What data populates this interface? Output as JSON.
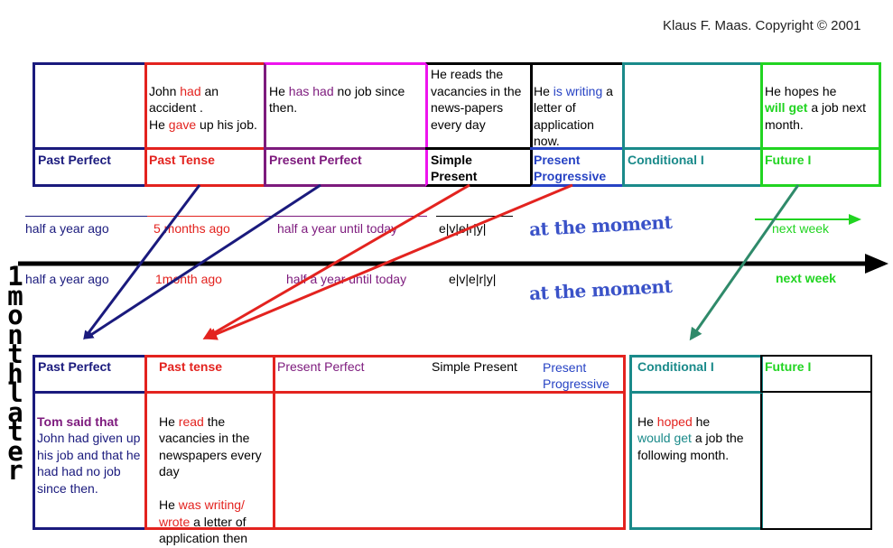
{
  "copyright": "Klaus F. Maas. Copyright © 2001",
  "top_table": {
    "examples": {
      "past_tense": [
        "John ",
        "had",
        " an accident .\nHe ",
        "gave",
        " up his job."
      ],
      "present_perfect": [
        "He ",
        "has had",
        " no job since then."
      ],
      "simple_present": "He reads the vacancies in the  news-papers every day",
      "present_progressive": [
        "He ",
        "is writing",
        " a letter of application now."
      ],
      "future": [
        "He hopes he\n",
        "will get",
        "  a job next month."
      ]
    },
    "labels": {
      "past_perfect": "Past Perfect",
      "past_tense": "Past Tense",
      "present_perfect": "Present Perfect",
      "simple_present": "Simple Present",
      "present_progressive": "Present Progressive",
      "conditional": "Conditional I",
      "future": "Future I"
    }
  },
  "timeline_now": {
    "past_perfect": "half a year ago",
    "past_tense": "5 months ago",
    "present_perfect": "half a year until  today",
    "simple_present": "e|v|e|r|y|",
    "present_progressive": "at the moment",
    "future": "next week"
  },
  "timeline_later": {
    "past_perfect": "half a year ago",
    "past_tense": "1month ago",
    "present_perfect": "half a year until  today",
    "simple_present": "e|v|e|r|y|",
    "present_progressive": "at the moment",
    "future": "next week"
  },
  "side_label": [
    "1",
    "m",
    "o",
    "n",
    "t",
    "h",
    "l",
    "a",
    "t",
    "e",
    "r"
  ],
  "bottom_table": {
    "labels": {
      "past_perfect": "Past Perfect",
      "past_tense": "Past tense",
      "present_perfect": "Present Perfect",
      "simple_present": "Simple Present",
      "present_progressive": "Present Progressive",
      "conditional": "Conditional I",
      "future": "Future I"
    },
    "examples": {
      "past_perfect": [
        "Tom said that",
        "John had given up his job and that he had had no job since then."
      ],
      "past_tense": [
        "He ",
        "read",
        " the\n vacancies in the newspapers every day\n\nHe ",
        "was writing/ wrote",
        " a letter of\n application then"
      ],
      "conditional": [
        "He ",
        "hoped",
        " he\n",
        "would get",
        " a job the following month."
      ]
    }
  },
  "colors": {
    "navy": "#1a1a7d",
    "red": "#e3231f",
    "magenta": "#ee14ee",
    "black": "#000000",
    "blue": "#2743c4",
    "teal": "#1a8a8a",
    "green": "#21d421",
    "purple": "#7d1a7d"
  }
}
